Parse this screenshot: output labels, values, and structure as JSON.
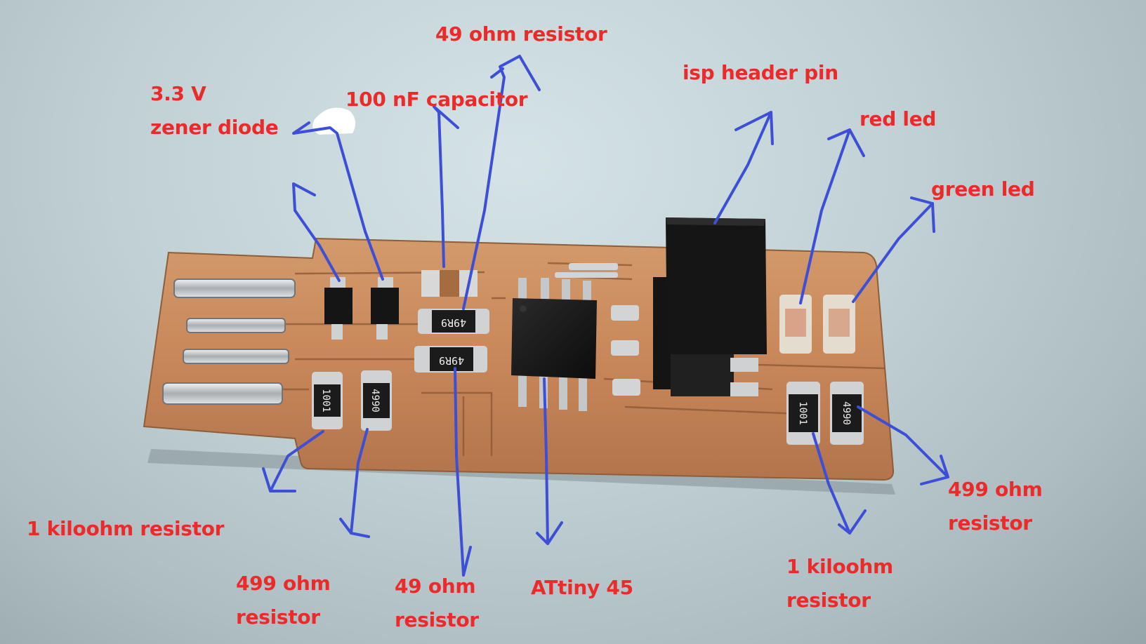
{
  "annotations": {
    "zener_diode": [
      "3.3 V",
      "zener diode"
    ],
    "capacitor": "100 nF capacitor",
    "resistor_49_top": "49 ohm resistor",
    "isp_header": "isp header pin",
    "red_led": "red led",
    "green_led": "green led",
    "resistor_1k_left": "1 kiloohm resistor",
    "resistor_499_left": [
      "499 ohm",
      "resistor"
    ],
    "resistor_49_bottom": [
      "49 ohm",
      "resistor"
    ],
    "attiny": "ATtiny 45",
    "resistor_1k_right": [
      "1 kiloohm",
      "resistor"
    ],
    "resistor_499_right": [
      "499 ohm",
      "resistor"
    ]
  },
  "component_markings": {
    "resistor_49_a": "49R9",
    "resistor_49_b": "49R9",
    "resistor_1k_a": "1001",
    "resistor_499_a": "4990",
    "resistor_1k_b": "1001",
    "resistor_499_b": "4990"
  },
  "colors": {
    "label_red": "#ec2a2a",
    "arrow_blue": "#3d4fd6",
    "pcb_copper": "#c98a5c",
    "background": "#c0d0d4"
  }
}
